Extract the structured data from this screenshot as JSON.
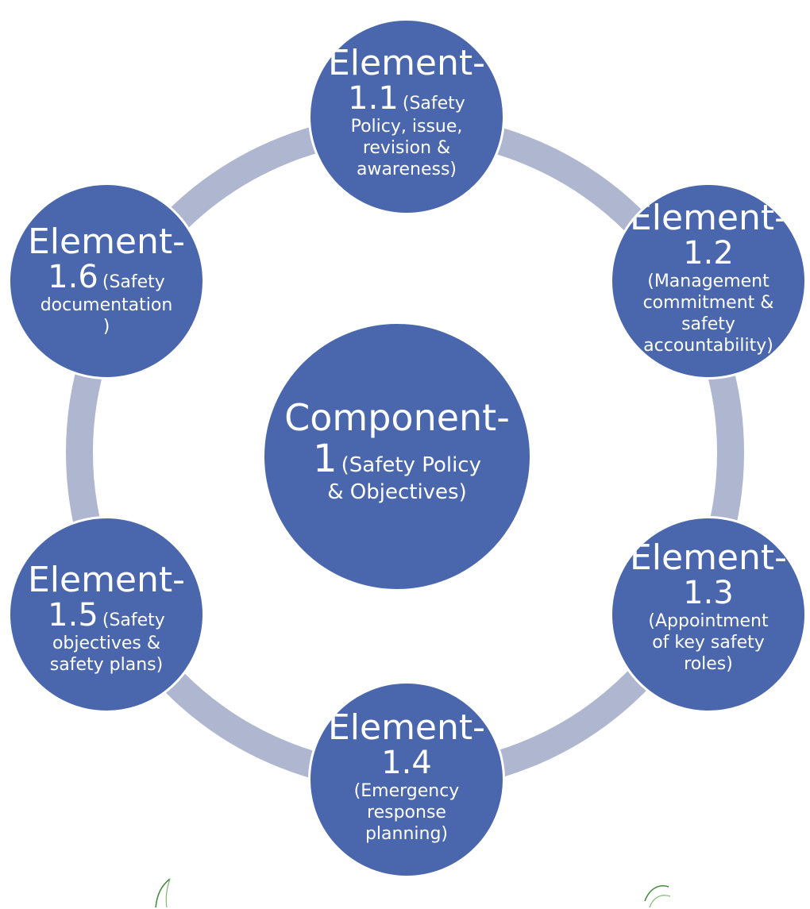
{
  "center": {
    "heading": "Component-",
    "number": "1",
    "detail_inline": "(Safety Policy",
    "detail_rest": "& Objectives)"
  },
  "elements": [
    {
      "heading": "Element-",
      "number": "1.1",
      "detail_inline": "(Safety",
      "detail_lines": [
        "Policy, issue,",
        "revision &",
        "awareness)"
      ]
    },
    {
      "heading": "Element-",
      "number": "1.2",
      "detail_inline": "",
      "detail_lines": [
        "(Management",
        "commitment &",
        "safety",
        "accountability)"
      ]
    },
    {
      "heading": "Element-",
      "number": "1.3",
      "detail_inline": "",
      "detail_lines": [
        "(Appointment",
        "of key safety",
        "roles)"
      ]
    },
    {
      "heading": "Element-",
      "number": "1.4",
      "detail_inline": "",
      "detail_lines": [
        "(Emergency",
        "response",
        "planning)"
      ]
    },
    {
      "heading": "Element-",
      "number": "1.5",
      "detail_inline": "(Safety",
      "detail_lines": [
        "objectives &",
        "safety plans)"
      ]
    },
    {
      "heading": "Element-",
      "number": "1.6",
      "detail_inline": "(Safety",
      "detail_lines": [
        "documentation",
        ")"
      ]
    }
  ],
  "colors": {
    "node_fill": "#4a66ac",
    "ring": "#aeb6d0",
    "text": "#ffffff"
  }
}
